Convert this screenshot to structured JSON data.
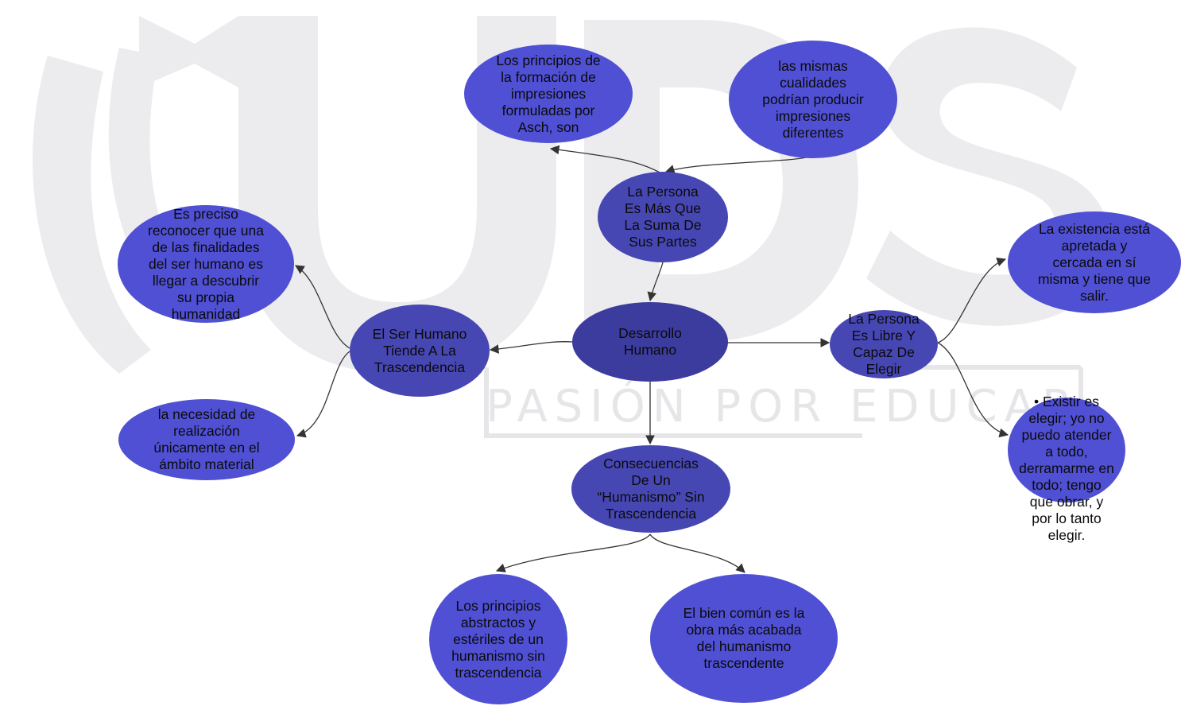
{
  "watermark": {
    "text": "UDS",
    "tagline": "PASIÓN POR EDUCAR"
  },
  "colors": {
    "center": "#3c3c9e",
    "branch": "#4747b4",
    "leaf": "#5050d4",
    "edge": "#333333",
    "watermark": "#e9e9ec"
  },
  "nodes": {
    "center": "Desarrollo\nHumano",
    "suma_partes": "La Persona\nEs Más Que\nLa  Suma De\nSus Partes",
    "asch": "Los principios de\nla formación  de\nimpresiones\nformuladas por\nAsch, son",
    "cualidades": "las mismas\ncualidades\npodrían producir\nimpresiones\ndiferentes",
    "trascendencia": "El Ser Humano\nTiende  A La\nTrascendencia",
    "preciso": "Es preciso\nreconocer que una\nde las finalidades\ndel ser humano es\nllegar a descubrir\nsu propia\nhumanidad",
    "necesidad": "la necesidad de\nrealización\núnicamente en el\námbito material",
    "libre": "La Persona\nEs Libre Y\nCapaz De\nElegir",
    "existencia": "La existencia está\napretada y\ncercada en sí\nmisma y tiene  que\nsalir.",
    "existir": "• Existir es\nelegir; yo no\npuedo atender\na todo,\nderramarme en\ntodo;  tengo\nque obrar, y\npor  lo tanto\nelegir.",
    "consecuencias": "Consecuencias\nDe Un\n“Humanismo” Sin\nTrascendencia",
    "principios_abstractos": "Los principios\nabstractos y\nestériles de un\nhumanismo sin\ntrascendencia",
    "bien_comun": "El bien común es la\nobra más acabada\ndel humanismo\ntrascendente"
  }
}
